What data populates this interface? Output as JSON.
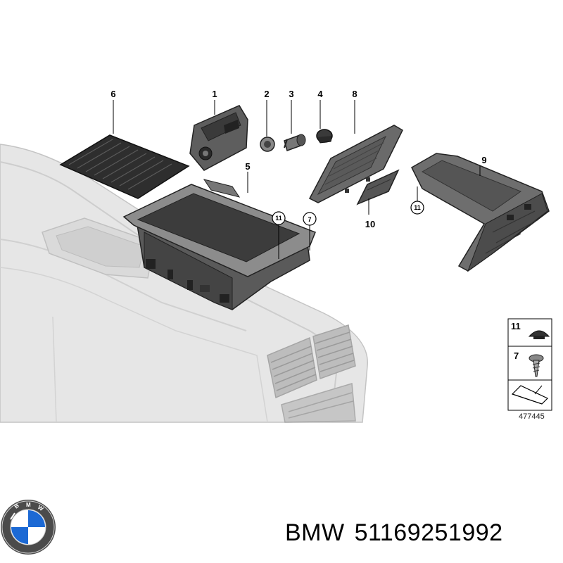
{
  "callouts": {
    "c1": "1",
    "c2": "2",
    "c3": "3",
    "c4": "4",
    "c5": "5",
    "c6": "6",
    "c7": "7",
    "c8": "8",
    "c9": "9",
    "c10": "10",
    "c11a": "11",
    "c11b": "11"
  },
  "legend": {
    "item_11": "11",
    "item_7": "7",
    "ref_code": "477445"
  },
  "brand": {
    "name": "BMW",
    "part_number": "51169251992",
    "logo_letters": "BMW"
  },
  "colors": {
    "part_dark": "#4a4a4a",
    "console_light": "#e4e4e4",
    "outline": "#333333",
    "logo_blue": "#1c69d4"
  }
}
